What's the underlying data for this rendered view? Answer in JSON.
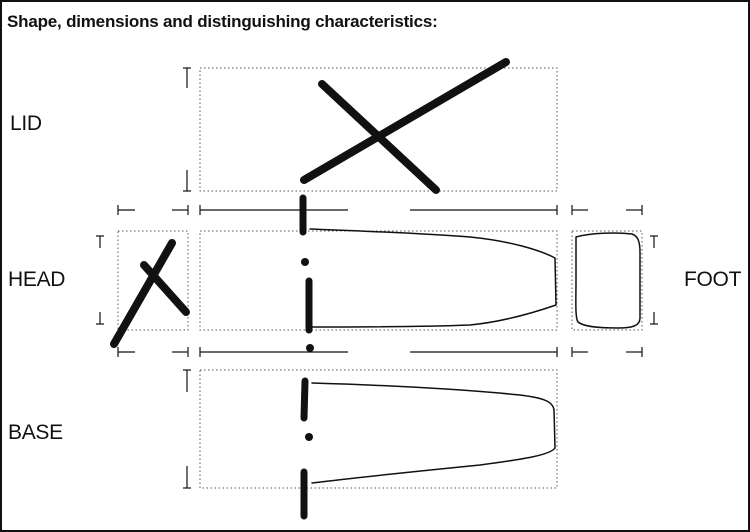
{
  "form": {
    "header": "Shape, dimensions and distinguishing characteristics:"
  },
  "views": {
    "lid": "LID",
    "head": "HEAD",
    "foot": "FOOT",
    "base": "BASE"
  },
  "colors": {
    "ink": "#111111",
    "guide": "#555555"
  }
}
